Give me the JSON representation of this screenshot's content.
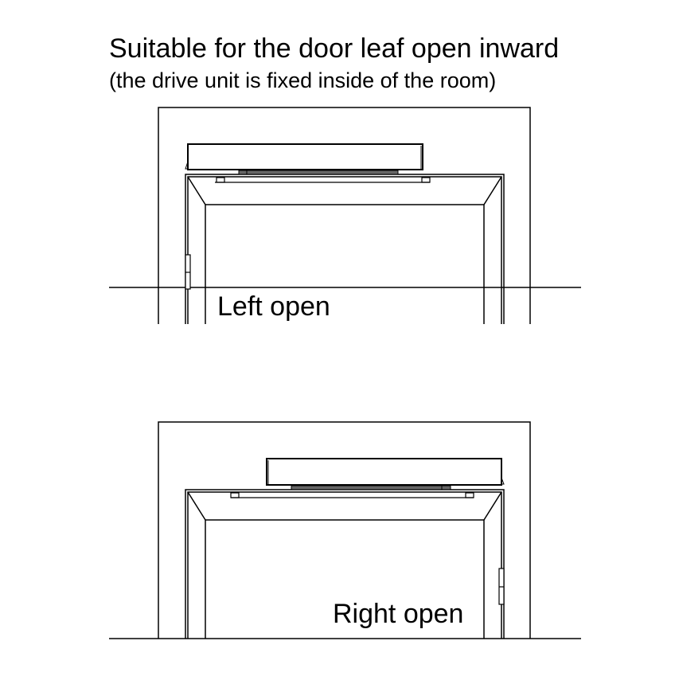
{
  "header": {
    "title": "Suitable for the door leaf open inward",
    "subtitle": "(the drive unit is fixed inside of the room)"
  },
  "panels": [
    {
      "label": "Left open",
      "hinge_side": "left",
      "drive_unit_position": "left"
    },
    {
      "label": "Right open",
      "hinge_side": "right",
      "drive_unit_position": "right"
    }
  ],
  "colors": {
    "line": "#000000",
    "background": "#ffffff",
    "rail": "#555555"
  }
}
